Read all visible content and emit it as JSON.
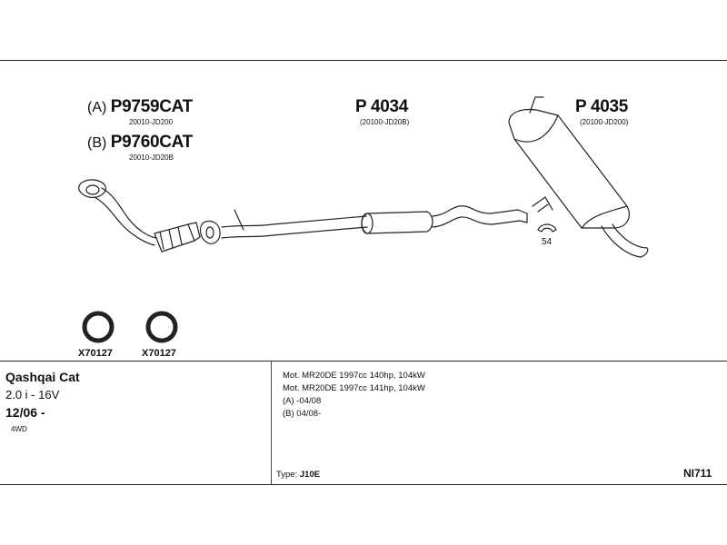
{
  "parts": {
    "cat_a": {
      "prefix": "(A)",
      "number": "P9759CAT",
      "ref": "20010-JD200"
    },
    "cat_b": {
      "prefix": "(B)",
      "number": "P9760CAT",
      "ref": "20010-JD20B"
    },
    "middle": {
      "number": "P 4034",
      "ref": "(20100-JD20B)"
    },
    "rear": {
      "number": "P 4035",
      "ref": "(20100-JD200)"
    },
    "clamp": {
      "number": "54"
    },
    "ring1": {
      "number": "X70127"
    },
    "ring2": {
      "number": "X70127"
    }
  },
  "vehicle": {
    "model": "Qashqai Cat",
    "engine": "2.0 i - 16V",
    "date": "12/06 -",
    "drive": "4WD"
  },
  "specs": {
    "line1": "Mot. MR20DE 1997cc 140hp, 104kW",
    "line2": "Mot. MR20DE 1997cc 141hp, 104kW",
    "line3": "(A) -04/08",
    "line4": "(B) 04/08-",
    "type_label": "Type:",
    "type_value": "J10E",
    "code": "NI711"
  }
}
